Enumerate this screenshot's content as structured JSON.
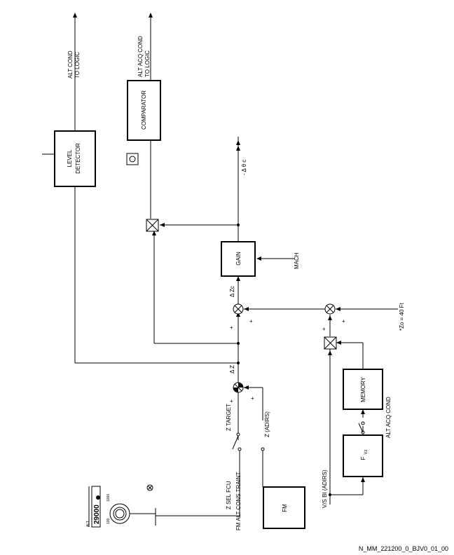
{
  "blocks": {
    "level_detector": [
      "LEVEL",
      "DETECTOR"
    ],
    "comparator": "COMPARATOR",
    "gain": "GAIN",
    "memory": "MEMORY",
    "filter_main": "F",
    "filter_sub": "Vz",
    "fm": "FM"
  },
  "outputs": {
    "alt_cond": [
      "ALT COND",
      "TO LOGIC"
    ],
    "alt_acq_cond": [
      "ALT ACQ COND",
      "TO LOGIC"
    ],
    "theta_c": "- Δ θ c"
  },
  "labels": {
    "mach": "MACH",
    "zo_const": "*Zo = 40 Ft",
    "delta_z": "Δ Z",
    "delta_zc": "Δ Zc",
    "z_target": "Z TARGET",
    "z_adirs": "Z (ADIRS)",
    "z_sel_fcu": "Z SEL FCU",
    "fm_alt_constraint": "FM ALT CONS TRAINT",
    "vs_bi_adirs": "V/S BI (ADIRS)",
    "alt_acq_cond_switch": "ALT ACQ COND",
    "plus": "+"
  },
  "fcu": {
    "altitude": "29000",
    "small_left": "100",
    "small_right": "1000",
    "small_top": "ALT"
  },
  "footer": {
    "reference": "N_MM_221200_0_BJV0_01_00"
  }
}
